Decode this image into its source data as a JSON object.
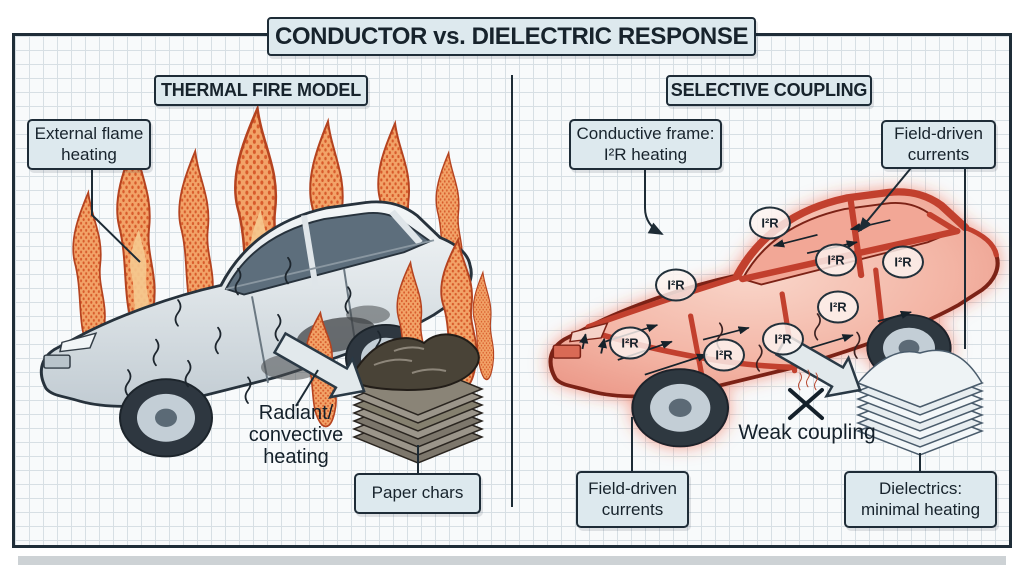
{
  "title": "CONDUCTOR vs. DIELECTRIC RESPONSE",
  "left_panel": {
    "header": "THERMAL FIRE MODEL",
    "labels": {
      "external_flame": [
        "External flame",
        "heating"
      ],
      "radiant": [
        "Radiant/",
        "convective",
        "heating"
      ],
      "paper_chars": "Paper chars"
    }
  },
  "right_panel": {
    "header": "SELECTIVE COUPLING",
    "labels": {
      "conductive_frame": [
        "Conductive frame:",
        "I²R heating"
      ],
      "field_driven_top": [
        "Field-driven",
        "currents"
      ],
      "field_driven_bottom": [
        "Field-driven",
        "currents"
      ],
      "dielectrics": [
        "Dielectrics:",
        "minimal heating"
      ],
      "weak_coupling": "Weak coupling",
      "i2r": "I²R"
    }
  },
  "colors": {
    "frame_border": "#1f2d38",
    "grid_line": "#d7dfe4",
    "callout_fill": "#dde9ee",
    "flame_orange": "#f2a368",
    "flame_outline": "#b5431f",
    "car_silver": "#dfe6ea",
    "car_red_frame": "#c2402e",
    "car_pink_panel": "#f3bbae",
    "glow_red": "#ef4f2f",
    "paper_clean": "#f3f7f9",
    "paper_charred": "#4a443b",
    "arrow_gray": "#e2e9ec"
  }
}
